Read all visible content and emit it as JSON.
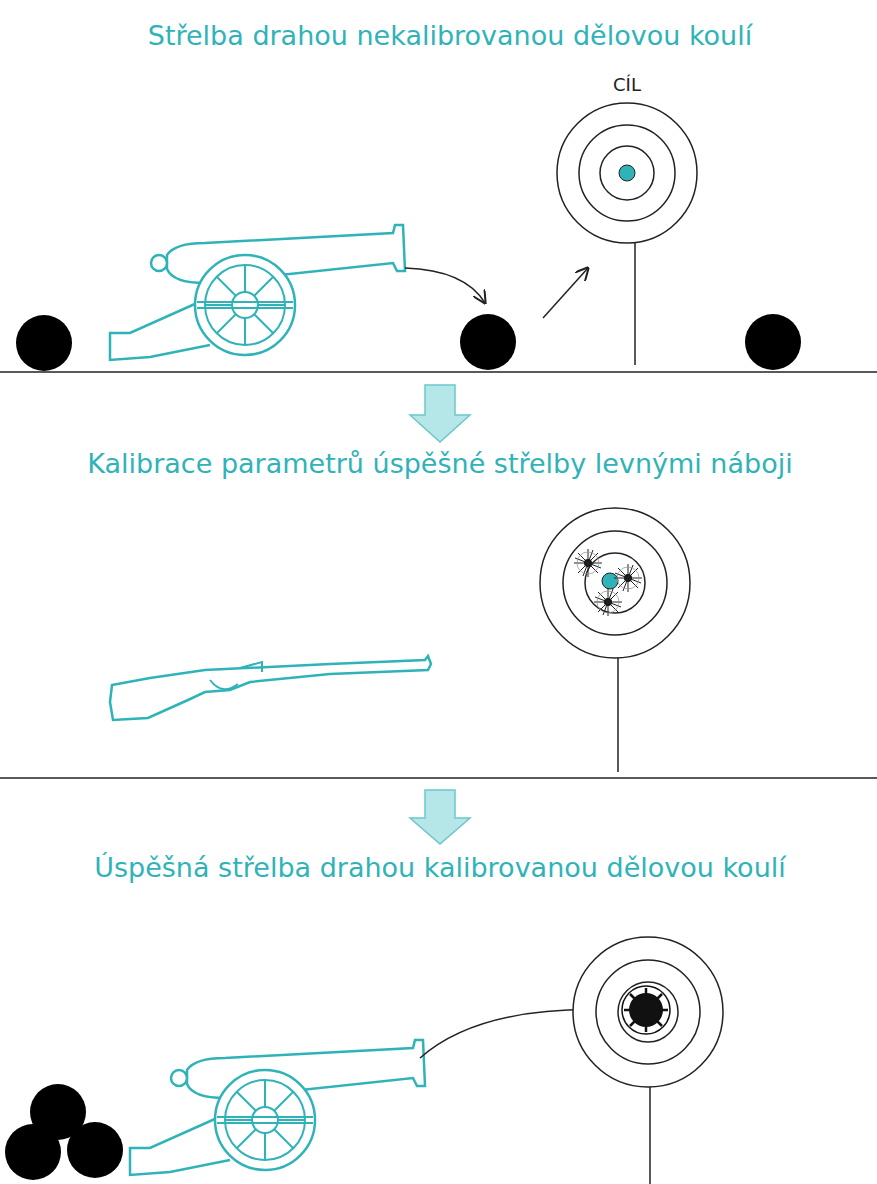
{
  "diagram": {
    "labels": [
      "Střelba drahou nekalibrovanou dělovou koulí",
      "CÍL",
      "Kalibrace parametrů úspěšné střelby levnými náboji",
      "Úspěšná střelba drahou kalibrovanou dělovou koulí"
    ]
  }
}
